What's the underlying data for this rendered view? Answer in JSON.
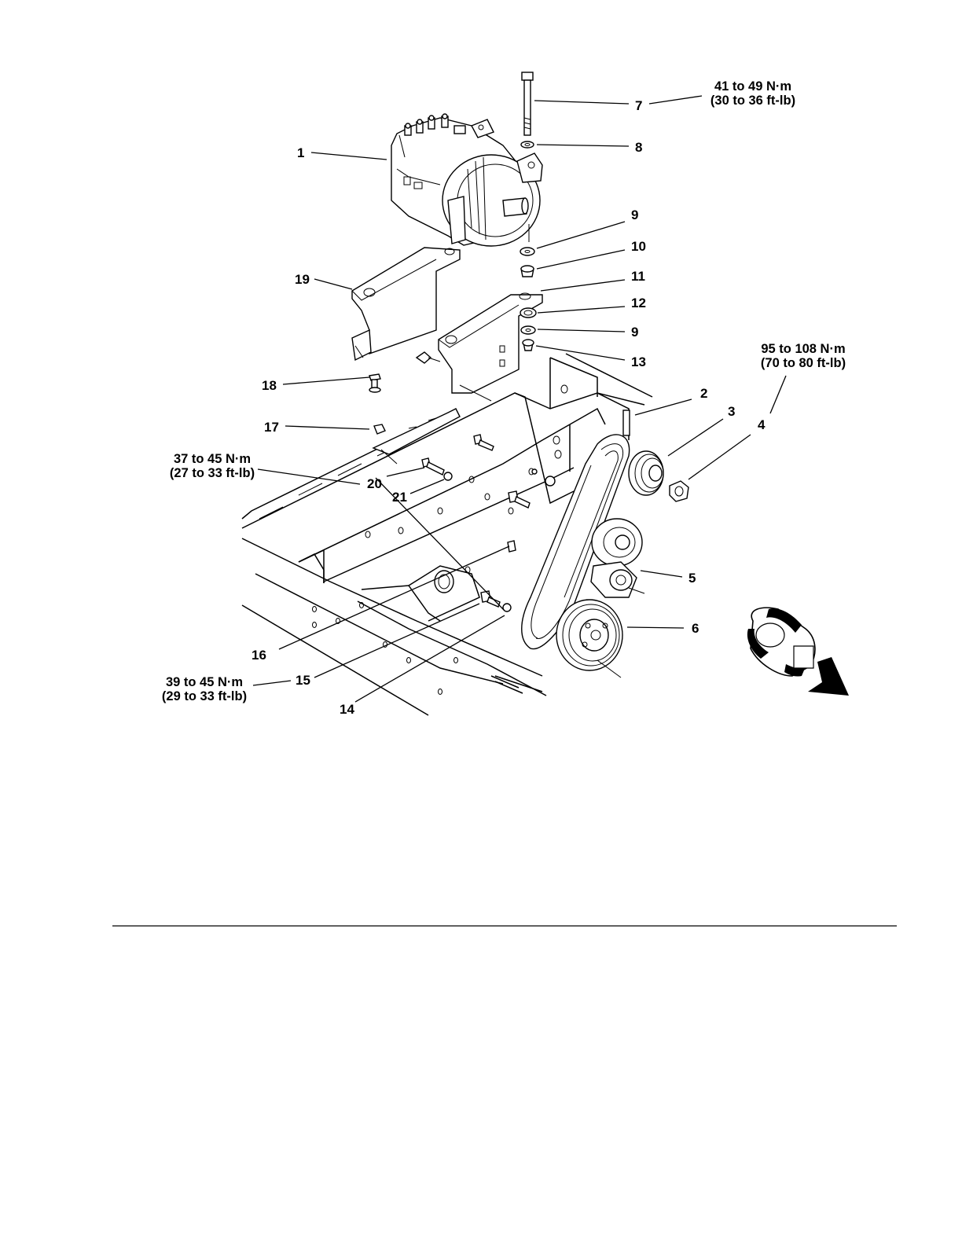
{
  "callouts": [
    {
      "id": "1",
      "label": "1"
    },
    {
      "id": "2",
      "label": "2"
    },
    {
      "id": "3",
      "label": "3"
    },
    {
      "id": "4",
      "label": "4"
    },
    {
      "id": "5",
      "label": "5"
    },
    {
      "id": "6",
      "label": "6"
    },
    {
      "id": "7",
      "label": "7"
    },
    {
      "id": "8",
      "label": "8"
    },
    {
      "id": "9a",
      "label": "9"
    },
    {
      "id": "10",
      "label": "10"
    },
    {
      "id": "11",
      "label": "11"
    },
    {
      "id": "12",
      "label": "12"
    },
    {
      "id": "9b",
      "label": "9"
    },
    {
      "id": "13",
      "label": "13"
    },
    {
      "id": "14",
      "label": "14"
    },
    {
      "id": "15",
      "label": "15"
    },
    {
      "id": "16",
      "label": "16"
    },
    {
      "id": "17",
      "label": "17"
    },
    {
      "id": "18",
      "label": "18"
    },
    {
      "id": "19",
      "label": "19"
    },
    {
      "id": "20",
      "label": "20"
    },
    {
      "id": "21",
      "label": "21"
    }
  ],
  "torque_specs": [
    {
      "id": "t7",
      "metric": "41 to 49 N·m",
      "imperial": "(30 to 36 ft-lb)"
    },
    {
      "id": "t4",
      "metric": "95 to 108 N·m",
      "imperial": "(70 to 80 ft-lb)"
    },
    {
      "id": "t20",
      "metric": "37 to 45 N·m",
      "imperial": "(27 to 33 ft-lb)"
    },
    {
      "id": "t15",
      "metric": "39 to 45 N·m",
      "imperial": "(29 to 33 ft-lb)"
    }
  ],
  "icons": [
    "orientation-arrow-icon"
  ]
}
